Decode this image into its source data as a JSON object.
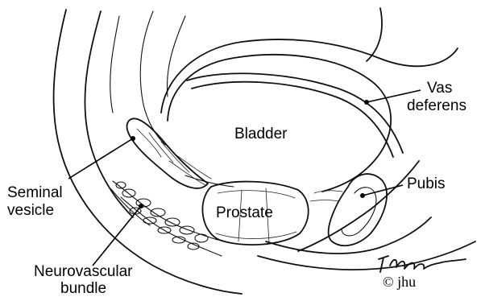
{
  "labels": {
    "vas_deferens_line1": "Vas",
    "vas_deferens_line2": "deferens",
    "bladder": "Bladder",
    "pubis": "Pubis",
    "seminal_vesicle_line1": "Seminal",
    "seminal_vesicle_line2": "vesicle",
    "prostate": "Prostate",
    "neurovascular_line1": "Neurovascular",
    "neurovascular_line2": "bundle"
  },
  "signature": {
    "copyright": "© jhu"
  }
}
